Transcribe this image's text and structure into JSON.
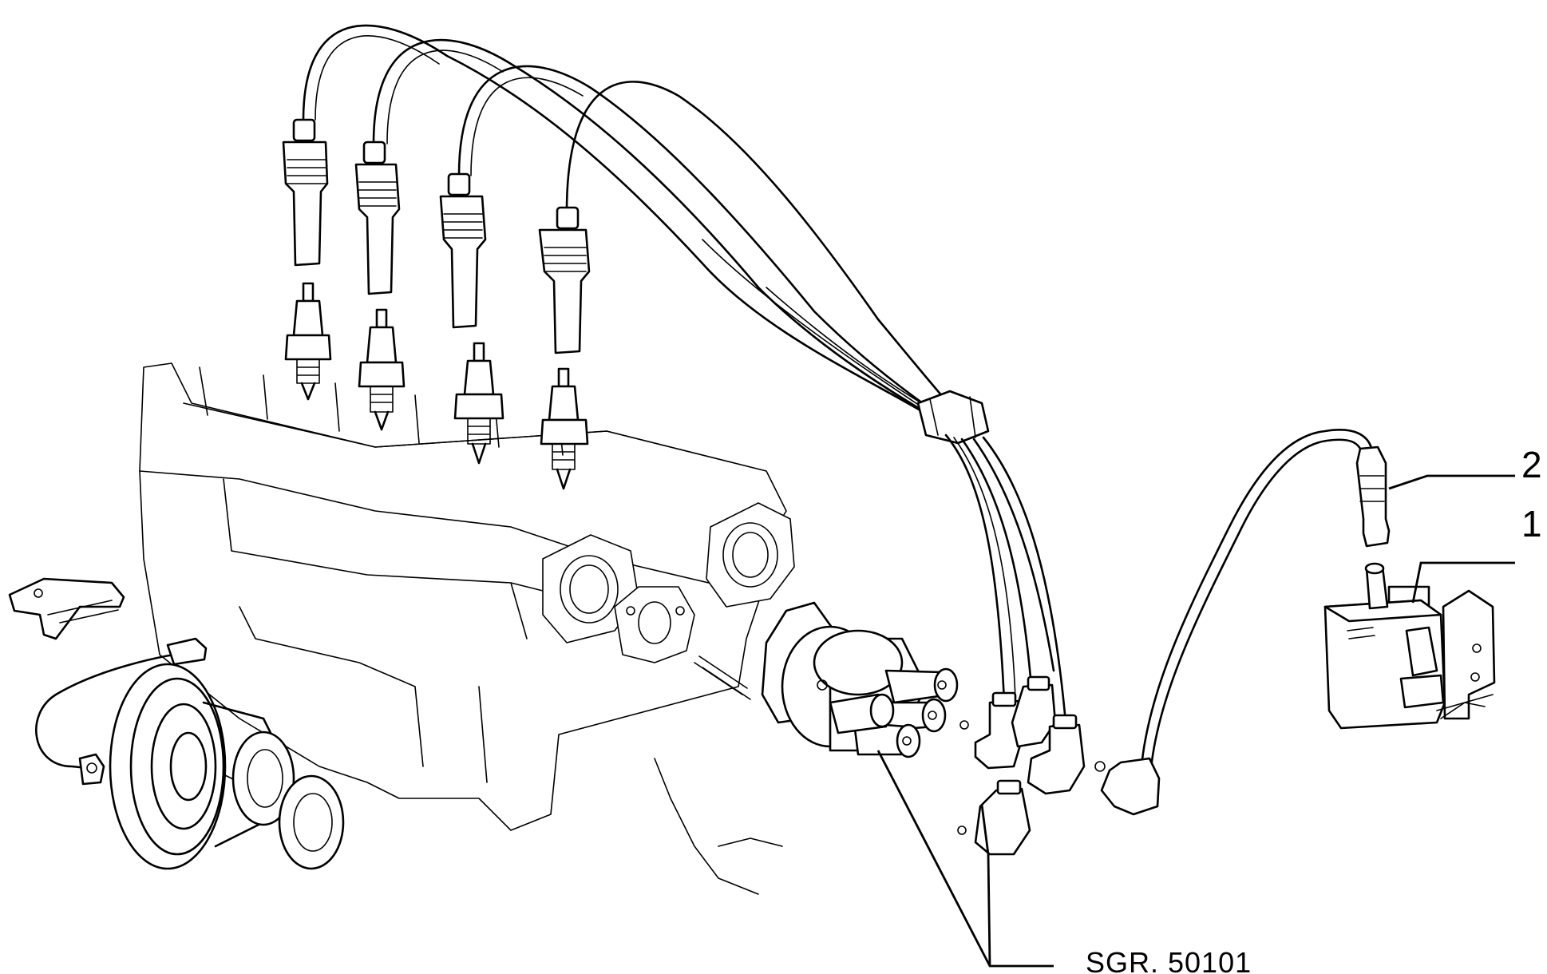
{
  "callouts": {
    "item_1": "1",
    "item_2": "2",
    "group_reference": "SGR. 50101"
  }
}
